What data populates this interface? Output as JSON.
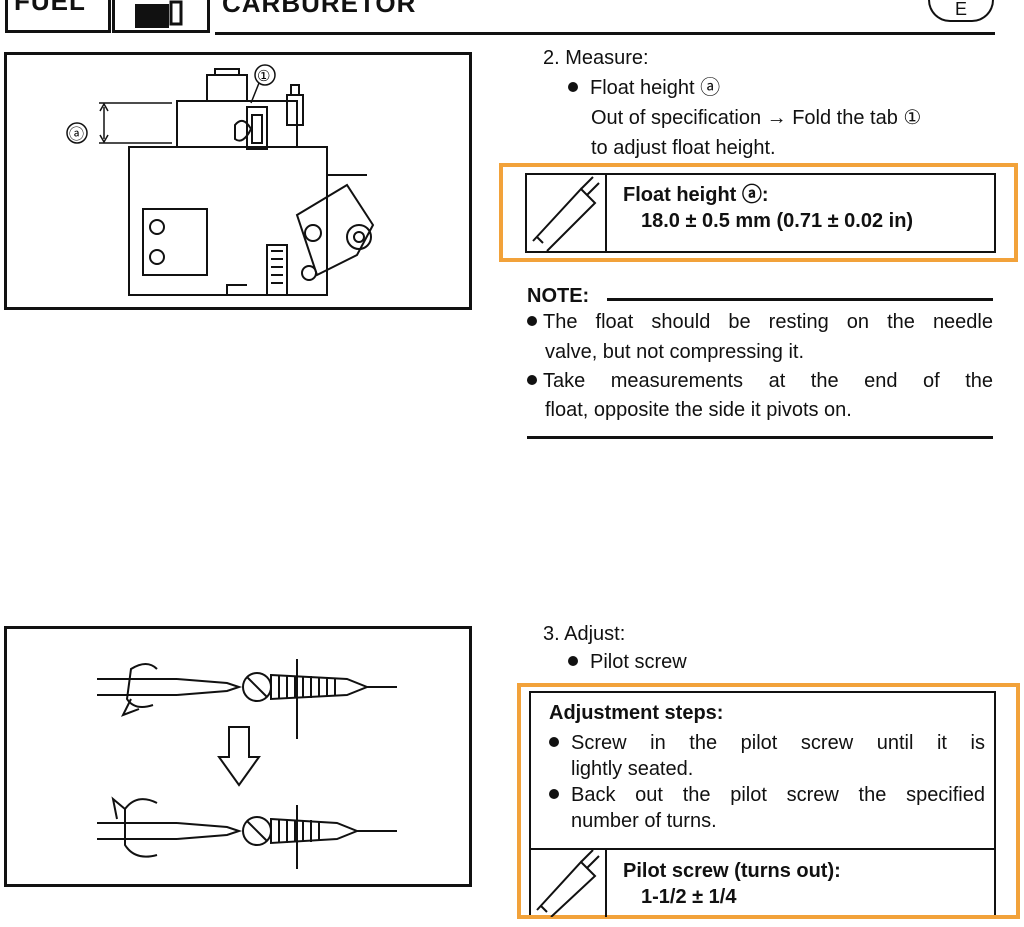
{
  "header": {
    "section_label": "FUEL",
    "title": "CARBURETOR",
    "language_badge": "E"
  },
  "step2": {
    "title": "2. Measure:",
    "bullet": "Float height ⓐ",
    "instruction_line1": "Out of specification → Fold the tab ①",
    "instruction_line2": "to adjust float height.",
    "spec": {
      "title": "Float height ⓐ:",
      "value": "18.0 ± 0.5 mm (0.71 ± 0.02 in)"
    }
  },
  "note": {
    "label": "NOTE:",
    "item1_line1": "The float should be resting on the needle",
    "item1_line2": "valve, but not compressing it.",
    "item2_line1": "Take measurements at the end of the",
    "item2_line2": "float, opposite the side it pivots on."
  },
  "figure1": {
    "callout_a": "ⓐ",
    "callout_1": "①"
  },
  "step3": {
    "title": "3. Adjust:",
    "bullet": "Pilot screw",
    "box": {
      "heading": "Adjustment steps:",
      "item1_line1": "Screw in the pilot screw until it is",
      "item1_line2": "lightly seated.",
      "item2_line1": "Back out the pilot screw the specified",
      "item2_line2": "number of turns.",
      "spec_title": "Pilot screw (turns out):",
      "spec_value": "1-1/2 ± 1/4"
    }
  },
  "colors": {
    "highlight_frame": "#f2a23a",
    "ink": "#111111"
  },
  "icons": [
    "caliper-icon",
    "caliper-icon"
  ]
}
